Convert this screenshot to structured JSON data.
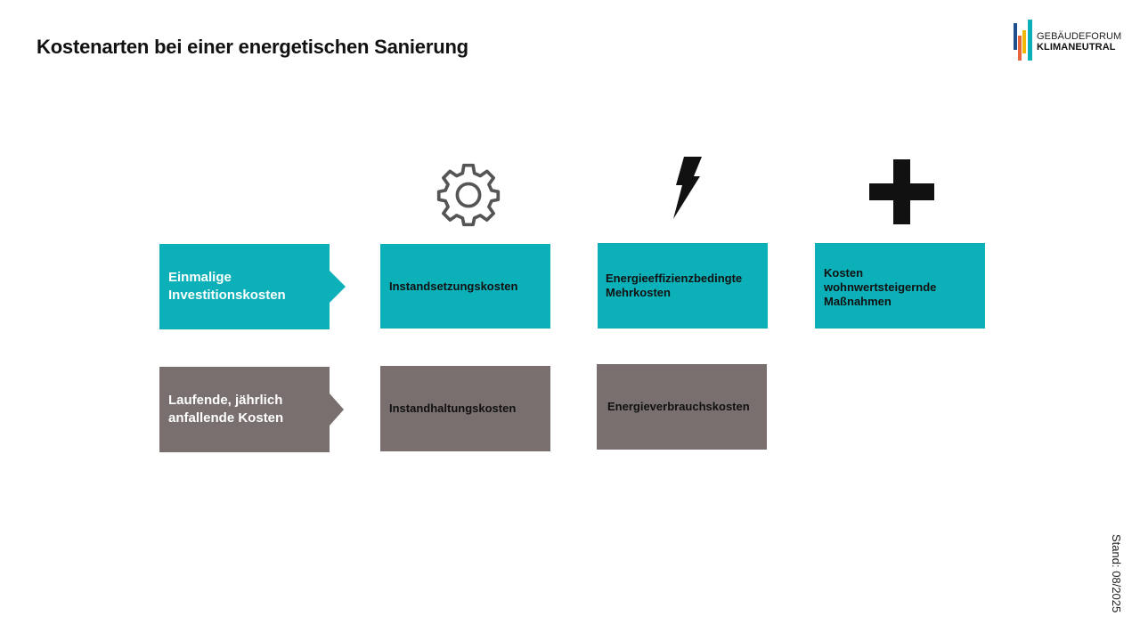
{
  "title": "Kostenarten bei einer energetischen Sanierung",
  "logo": {
    "line1": "GEBÄUDEFORUM",
    "line2": "KLIMANEUTRAL",
    "bar_colors": [
      "#1f4e8c",
      "#e8643a",
      "#f2b705",
      "#0bb0b8"
    ]
  },
  "colors": {
    "teal": "#0bb0b8",
    "grey": "#786f6e"
  },
  "columns": [
    {
      "icon": "gear-icon"
    },
    {
      "icon": "lightning-icon"
    },
    {
      "icon": "plus-icon"
    }
  ],
  "rows": [
    {
      "header": "Einmalige Investitionskosten",
      "cells": [
        "Instandsetzungskosten",
        "Energieeffizienzbedingte Mehrkosten",
        "Kosten wohnwertsteigernde Maßnahmen"
      ]
    },
    {
      "header": "Laufende, jährlich anfallende Kosten",
      "cells": [
        "Instandhaltungskosten",
        "Energieverbrauchskosten"
      ]
    }
  ],
  "footer": {
    "stand": "Stand: 08/2025"
  }
}
